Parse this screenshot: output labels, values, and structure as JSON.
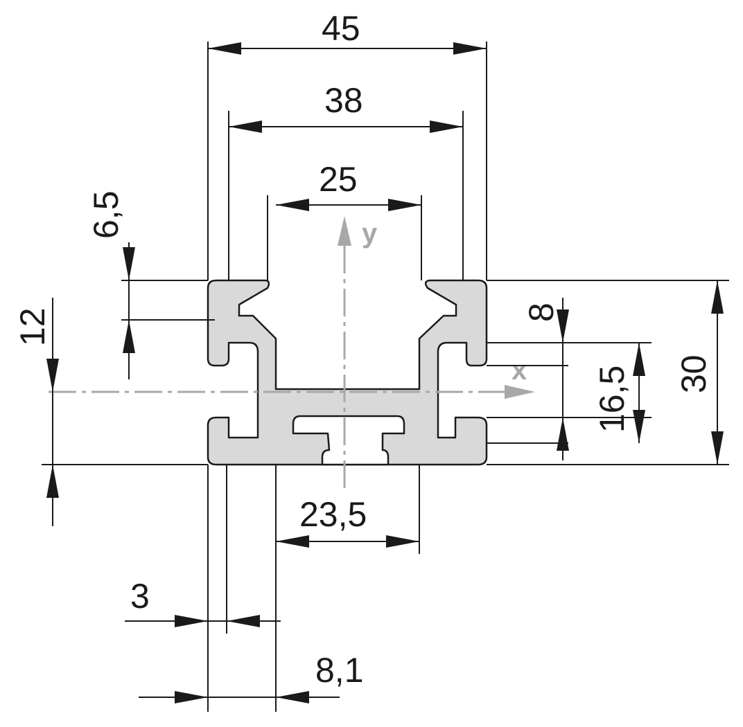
{
  "dimensions": {
    "overall_width": "45",
    "slot_outer_width": "38",
    "slot_opening": "25",
    "inner_width": "23,5",
    "lip_thickness": "6,5",
    "axis_offset": "12",
    "side_slot_height": "8",
    "side_slot_span": "16,5",
    "overall_height": "30",
    "wall_thickness": "3",
    "flange_width": "8,1"
  },
  "axes": {
    "x": "x",
    "y": "y"
  },
  "colors": {
    "profile_fill": "#d9d9d9",
    "axis": "#a8a8a8",
    "line": "#1a1a1a"
  }
}
